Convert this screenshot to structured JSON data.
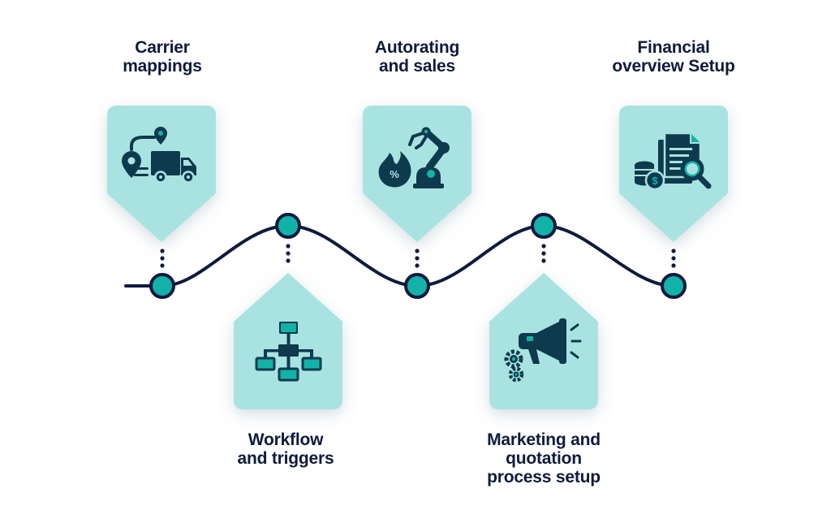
{
  "colors": {
    "card_fill": "#a9e3e1",
    "icon": "#0e3a4d",
    "accent": "#12b2a8",
    "line": "#0f1a3d",
    "text": "#0f1a3d"
  },
  "steps": [
    {
      "lines": [
        "Carrier",
        "mappings"
      ],
      "position": "top",
      "icon": "truck-route-icon"
    },
    {
      "lines": [
        "Workflow",
        "and triggers"
      ],
      "position": "bottom",
      "icon": "flowchart-icon"
    },
    {
      "lines": [
        "Autorating",
        "and sales"
      ],
      "position": "top",
      "icon": "robot-arm-discount-icon"
    },
    {
      "lines": [
        "Marketing and",
        "quotation",
        "process setup"
      ],
      "position": "bottom",
      "icon": "megaphone-gears-icon"
    },
    {
      "lines": [
        "Financial",
        "overview Setup"
      ],
      "position": "top",
      "icon": "report-coins-magnifier-icon"
    }
  ]
}
